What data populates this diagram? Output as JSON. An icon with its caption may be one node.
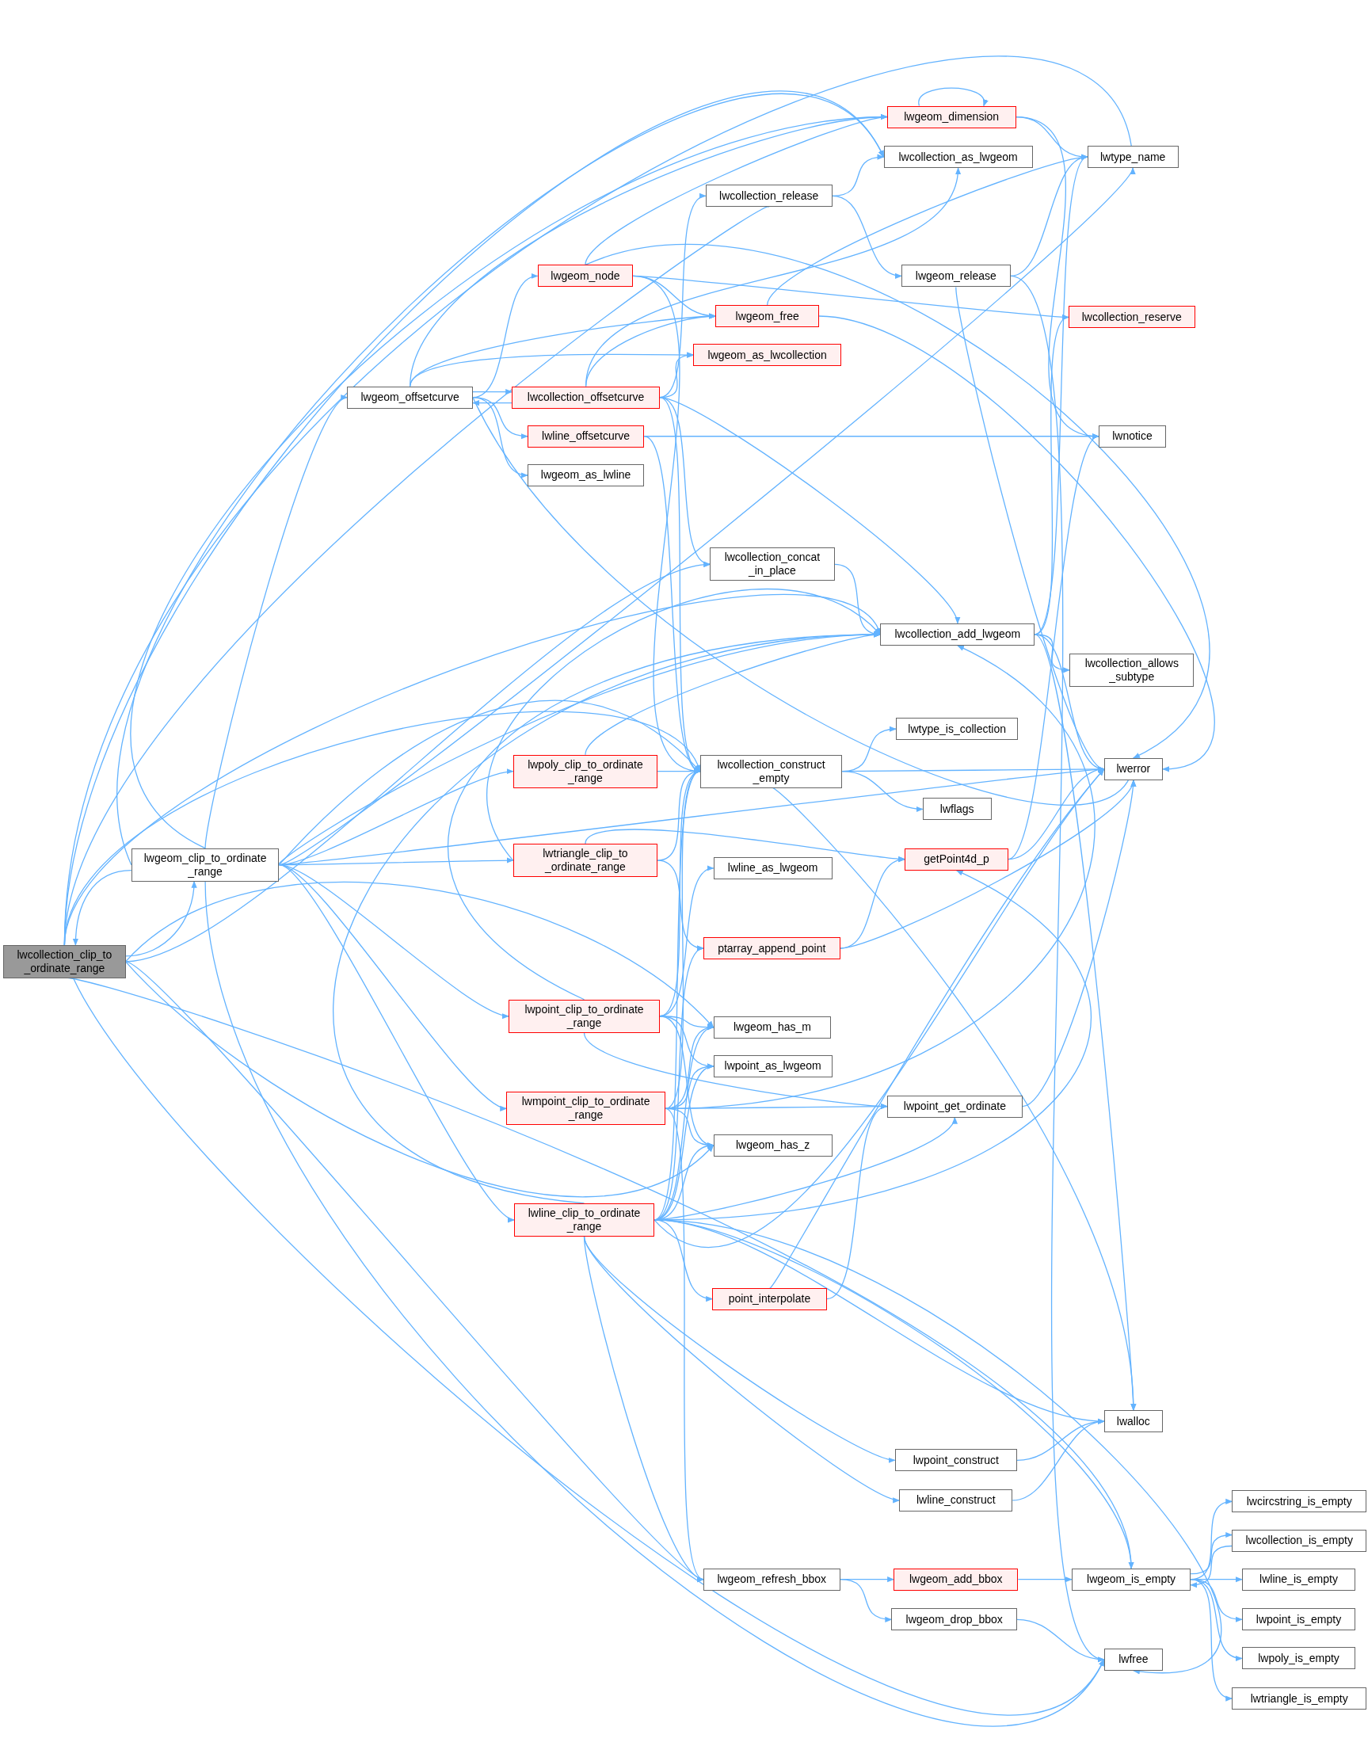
{
  "diagram": {
    "nodes": [
      {
        "text": [
          "lwcollection_clip_to _ordinate_range"
        ]
      },
      {
        "text": [
          "lwgeom_clip_to_ordinate _range"
        ]
      },
      {
        "text": [
          "lwgeom_offsetcurve"
        ]
      },
      {
        "text": [
          "lwgeom_node"
        ]
      },
      {
        "text": [
          "lwcollection_offsetcurve"
        ]
      },
      {
        "text": [
          "lwline_offsetcurve"
        ]
      },
      {
        "text": [
          "lwgeom_as_lwline"
        ]
      },
      {
        "text": [
          "lwpoly_clip_to_ordinate _range"
        ]
      },
      {
        "text": [
          "lwtriangle_clip_to _ordinate_range"
        ]
      },
      {
        "text": [
          "lwpoint_clip_to_ordinate _range"
        ]
      },
      {
        "text": [
          "lwmpoint_clip_to_ordinate _range"
        ]
      },
      {
        "text": [
          "lwline_clip_to_ordinate _range"
        ]
      },
      {
        "text": [
          "lwgeom_dimension"
        ]
      },
      {
        "text": [
          "lwcollection_as_lwgeom"
        ]
      },
      {
        "text": [
          "lwcollection_release"
        ]
      },
      {
        "text": [
          "lwgeom_release"
        ]
      },
      {
        "text": [
          "lwgeom_free"
        ]
      },
      {
        "text": [
          "lwgeom_as_lwcollection"
        ]
      },
      {
        "text": [
          "lwcollection_concat _in_place"
        ]
      },
      {
        "text": [
          "lwcollection_add_lwgeom"
        ]
      },
      {
        "text": [
          "lwcollection_construct _empty"
        ]
      },
      {
        "text": [
          "lwline_as_lwgeom"
        ]
      },
      {
        "text": [
          "ptarray_append_point"
        ]
      },
      {
        "text": [
          "lwgeom_has_m"
        ]
      },
      {
        "text": [
          "lwpoint_as_lwgeom"
        ]
      },
      {
        "text": [
          "lwgeom_has_z"
        ]
      },
      {
        "text": [
          "point_interpolate"
        ]
      },
      {
        "text": [
          "lwgeom_refresh_bbox"
        ]
      },
      {
        "text": [
          "lwtype_name"
        ]
      },
      {
        "text": [
          "lwcollection_reserve"
        ]
      },
      {
        "text": [
          "lwnotice"
        ]
      },
      {
        "text": [
          "lwcollection_allows _subtype"
        ]
      },
      {
        "text": [
          "lwtype_is_collection"
        ]
      },
      {
        "text": [
          "lwflags"
        ]
      },
      {
        "text": [
          "getPoint4d_p"
        ]
      },
      {
        "text": [
          "lwpoint_get_ordinate"
        ]
      },
      {
        "text": [
          "lwpoint_construct"
        ]
      },
      {
        "text": [
          "lwline_construct"
        ]
      },
      {
        "text": [
          "lwgeom_add_bbox"
        ]
      },
      {
        "text": [
          "lwgeom_drop_bbox"
        ]
      },
      {
        "text": [
          "lwerror"
        ]
      },
      {
        "text": [
          "lwalloc"
        ]
      },
      {
        "text": [
          "lwgeom_is_empty"
        ]
      },
      {
        "text": [
          "lwfree"
        ]
      },
      {
        "text": [
          "lwcircstring_is_empty"
        ]
      },
      {
        "text": [
          "lwcollection_is_empty"
        ]
      },
      {
        "text": [
          "lwline_is_empty"
        ]
      },
      {
        "text": [
          "lwpoint_is_empty"
        ]
      },
      {
        "text": [
          "lwpoly_is_empty"
        ]
      },
      {
        "text": [
          "lwtriangle_is_empty"
        ]
      }
    ],
    "edges": [
      {
        "from": 0,
        "to": 1,
        "arrow": "to"
      },
      {
        "from": 1,
        "to": 0,
        "arrow": "to"
      },
      {
        "from": 0,
        "to": 28,
        "arrow": "to"
      },
      {
        "from": 0,
        "to": 13,
        "arrow": "to"
      },
      {
        "from": 0,
        "to": 14,
        "arrow": "to"
      },
      {
        "from": 0,
        "to": 18,
        "arrow": "to"
      },
      {
        "from": 0,
        "to": 19,
        "arrow": "to"
      },
      {
        "from": 0,
        "to": 20,
        "arrow": "to"
      },
      {
        "from": 0,
        "to": 23,
        "arrow": "to"
      },
      {
        "from": 0,
        "to": 25,
        "arrow": "to"
      },
      {
        "from": 0,
        "to": 27,
        "arrow": "to"
      },
      {
        "from": 0,
        "to": 42,
        "arrow": "to"
      },
      {
        "from": 0,
        "to": 43,
        "arrow": "to"
      },
      {
        "from": 1,
        "to": 2,
        "arrow": "to"
      },
      {
        "from": 1,
        "to": 12,
        "arrow": "to"
      },
      {
        "from": 1,
        "to": 13,
        "arrow": "to"
      },
      {
        "from": 1,
        "to": 28,
        "arrow": "to"
      },
      {
        "from": 1,
        "to": 7,
        "arrow": "to"
      },
      {
        "from": 1,
        "to": 8,
        "arrow": "to"
      },
      {
        "from": 1,
        "to": 9,
        "arrow": "to"
      },
      {
        "from": 1,
        "to": 10,
        "arrow": "to"
      },
      {
        "from": 1,
        "to": 11,
        "arrow": "to"
      },
      {
        "from": 1,
        "to": 19,
        "arrow": "to"
      },
      {
        "from": 1,
        "to": 20,
        "arrow": "to"
      },
      {
        "from": 1,
        "to": 40,
        "arrow": "to"
      },
      {
        "from": 1,
        "to": 43,
        "arrow": "to"
      },
      {
        "from": 2,
        "to": 3,
        "arrow": "to"
      },
      {
        "from": 2,
        "to": 4,
        "arrow": "to"
      },
      {
        "from": 2,
        "to": 5,
        "arrow": "to"
      },
      {
        "from": 2,
        "to": 6,
        "arrow": "to"
      },
      {
        "from": 2,
        "to": 12,
        "arrow": "to"
      },
      {
        "from": 2,
        "to": 16,
        "arrow": "to"
      },
      {
        "from": 2,
        "to": 17,
        "arrow": "to"
      },
      {
        "from": 2,
        "to": 40,
        "arrow": "to"
      },
      {
        "from": 3,
        "to": 12,
        "arrow": "to"
      },
      {
        "from": 3,
        "to": 16,
        "arrow": "to"
      },
      {
        "from": 3,
        "to": 29,
        "arrow": "to"
      },
      {
        "from": 3,
        "to": 40,
        "arrow": "to"
      },
      {
        "from": 3,
        "to": 20,
        "arrow": "to"
      },
      {
        "from": 4,
        "to": 2,
        "arrow": "to"
      },
      {
        "from": 4,
        "to": 13,
        "arrow": "to"
      },
      {
        "from": 4,
        "to": 14,
        "arrow": "to"
      },
      {
        "from": 4,
        "to": 16,
        "arrow": "to"
      },
      {
        "from": 4,
        "to": 17,
        "arrow": "to"
      },
      {
        "from": 4,
        "to": 18,
        "arrow": "to"
      },
      {
        "from": 4,
        "to": 19,
        "arrow": "to"
      },
      {
        "from": 4,
        "to": 20,
        "arrow": "to"
      },
      {
        "from": 5,
        "to": 30,
        "arrow": "to"
      },
      {
        "from": 5,
        "to": 20,
        "arrow": "to"
      },
      {
        "from": 7,
        "to": 19,
        "arrow": "to"
      },
      {
        "from": 7,
        "to": 20,
        "arrow": "to"
      },
      {
        "from": 8,
        "to": 19,
        "arrow": "to"
      },
      {
        "from": 8,
        "to": 20,
        "arrow": "to"
      },
      {
        "from": 8,
        "to": 34,
        "arrow": "to"
      },
      {
        "from": 8,
        "to": 22,
        "arrow": "to"
      },
      {
        "from": 9,
        "to": 19,
        "arrow": "to"
      },
      {
        "from": 9,
        "to": 20,
        "arrow": "to"
      },
      {
        "from": 9,
        "to": 21,
        "arrow": "to"
      },
      {
        "from": 9,
        "to": 23,
        "arrow": "to"
      },
      {
        "from": 9,
        "to": 24,
        "arrow": "to"
      },
      {
        "from": 9,
        "to": 25,
        "arrow": "to"
      },
      {
        "from": 9,
        "to": 35,
        "arrow": "to"
      },
      {
        "from": 10,
        "to": 19,
        "arrow": "to"
      },
      {
        "from": 10,
        "to": 20,
        "arrow": "to"
      },
      {
        "from": 10,
        "to": 23,
        "arrow": "to"
      },
      {
        "from": 10,
        "to": 24,
        "arrow": "to"
      },
      {
        "from": 10,
        "to": 25,
        "arrow": "to"
      },
      {
        "from": 10,
        "to": 35,
        "arrow": "to"
      },
      {
        "from": 10,
        "to": 27,
        "arrow": "to"
      },
      {
        "from": 11,
        "to": 19,
        "arrow": "to"
      },
      {
        "from": 11,
        "to": 20,
        "arrow": "to"
      },
      {
        "from": 11,
        "to": 22,
        "arrow": "to"
      },
      {
        "from": 11,
        "to": 23,
        "arrow": "to"
      },
      {
        "from": 11,
        "to": 24,
        "arrow": "to"
      },
      {
        "from": 11,
        "to": 25,
        "arrow": "to"
      },
      {
        "from": 11,
        "to": 34,
        "arrow": "to"
      },
      {
        "from": 11,
        "to": 35,
        "arrow": "to"
      },
      {
        "from": 11,
        "to": 26,
        "arrow": "to"
      },
      {
        "from": 11,
        "to": 41,
        "arrow": "to"
      },
      {
        "from": 11,
        "to": 36,
        "arrow": "to"
      },
      {
        "from": 11,
        "to": 37,
        "arrow": "to"
      },
      {
        "from": 11,
        "to": 27,
        "arrow": "to"
      },
      {
        "from": 11,
        "to": 43,
        "arrow": "to"
      },
      {
        "from": 11,
        "to": 40,
        "arrow": "to"
      },
      {
        "from": 11,
        "to": 42,
        "arrow": "to"
      },
      {
        "from": 12,
        "to": 12,
        "arrow": "to"
      },
      {
        "from": 12,
        "to": 28,
        "arrow": "to"
      },
      {
        "from": 12,
        "to": 30,
        "arrow": "to"
      },
      {
        "from": 14,
        "to": 13,
        "arrow": "to"
      },
      {
        "from": 14,
        "to": 15,
        "arrow": "to"
      },
      {
        "from": 15,
        "to": 28,
        "arrow": "to"
      },
      {
        "from": 15,
        "to": 40,
        "arrow": "to"
      },
      {
        "from": 15,
        "to": 43,
        "arrow": "to"
      },
      {
        "from": 16,
        "to": 28,
        "arrow": "to"
      },
      {
        "from": 16,
        "to": 40,
        "arrow": "to"
      },
      {
        "from": 18,
        "to": 19,
        "arrow": "to"
      },
      {
        "from": 19,
        "to": 28,
        "arrow": "to"
      },
      {
        "from": 19,
        "to": 29,
        "arrow": "to"
      },
      {
        "from": 19,
        "to": 31,
        "arrow": "to"
      },
      {
        "from": 19,
        "to": 40,
        "arrow": "to"
      },
      {
        "from": 19,
        "to": 41,
        "arrow": "to"
      },
      {
        "from": 20,
        "to": 32,
        "arrow": "to"
      },
      {
        "from": 20,
        "to": 33,
        "arrow": "to"
      },
      {
        "from": 20,
        "to": 40,
        "arrow": "to"
      },
      {
        "from": 20,
        "to": 41,
        "arrow": "to"
      },
      {
        "from": 22,
        "to": 34,
        "arrow": "to"
      },
      {
        "from": 22,
        "to": 40,
        "arrow": "to"
      },
      {
        "from": 34,
        "to": 30,
        "arrow": "to"
      },
      {
        "from": 34,
        "to": 40,
        "arrow": "to"
      },
      {
        "from": 35,
        "to": 40,
        "arrow": "to"
      },
      {
        "from": 26,
        "to": 35,
        "arrow": "to"
      },
      {
        "from": 26,
        "to": 40,
        "arrow": "to"
      },
      {
        "from": 36,
        "to": 41,
        "arrow": "to"
      },
      {
        "from": 37,
        "to": 41,
        "arrow": "to"
      },
      {
        "from": 27,
        "to": 38,
        "arrow": "to"
      },
      {
        "from": 27,
        "to": 39,
        "arrow": "to"
      },
      {
        "from": 38,
        "to": 42,
        "arrow": "to"
      },
      {
        "from": 39,
        "to": 43,
        "arrow": "to"
      },
      {
        "from": 42,
        "to": 44,
        "arrow": "to"
      },
      {
        "from": 42,
        "to": 45,
        "arrow": "to"
      },
      {
        "from": 42,
        "to": 46,
        "arrow": "to"
      },
      {
        "from": 42,
        "to": 47,
        "arrow": "to"
      },
      {
        "from": 42,
        "to": 48,
        "arrow": "to"
      },
      {
        "from": 42,
        "to": 49,
        "arrow": "to"
      },
      {
        "from": 45,
        "to": 42,
        "arrow": "to"
      }
    ]
  }
}
